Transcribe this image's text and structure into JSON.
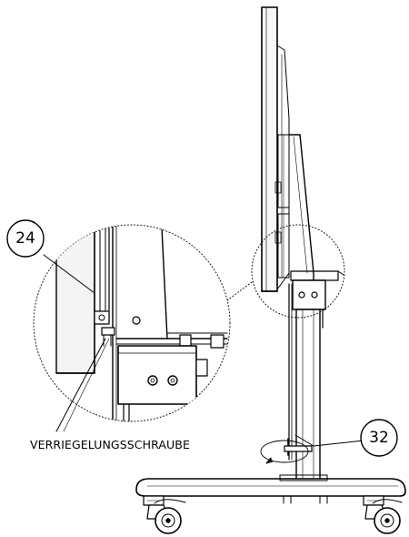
{
  "callouts": {
    "detail_number": "24",
    "crank_number": "32"
  },
  "caption": {
    "locking_screw": "VERRIEGELUNGSSCHRAUBE"
  },
  "colors": {
    "line": "#000000",
    "background": "#ffffff",
    "panel_fill": "#f4f4f4"
  }
}
